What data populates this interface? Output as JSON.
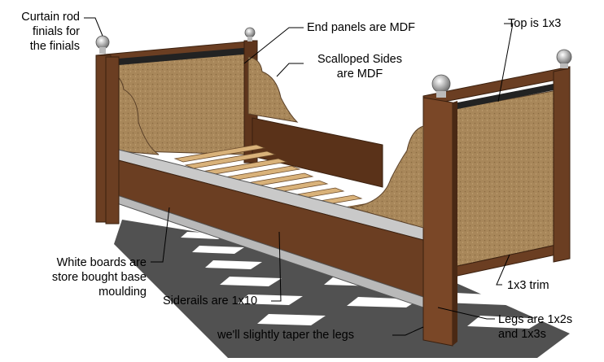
{
  "diagram": {
    "callouts": {
      "finials": "Curtain rod\nfinials for\nthe finials",
      "end_panels": "End panels are MDF",
      "scalloped": "Scalloped Sides\nare MDF",
      "top": "Top is 1x3",
      "white_boards": "White boards are\nstore bought base\nmoulding",
      "trim": "1x3 trim",
      "siderails": "Siderails are 1x10",
      "taper": "we'll slightly taper the legs",
      "legs": "Legs are 1x2s\nand 1x3s"
    },
    "colors": {
      "wood": "#6b3e22",
      "wood_dark": "#4a2914",
      "mdf": "#a8875a",
      "mdf_dark": "#8a6b42",
      "slat": "#d9b27a",
      "moulding": "#b9b9b9",
      "shadow": "#2b2b2b",
      "finial": "#cccccc"
    }
  }
}
